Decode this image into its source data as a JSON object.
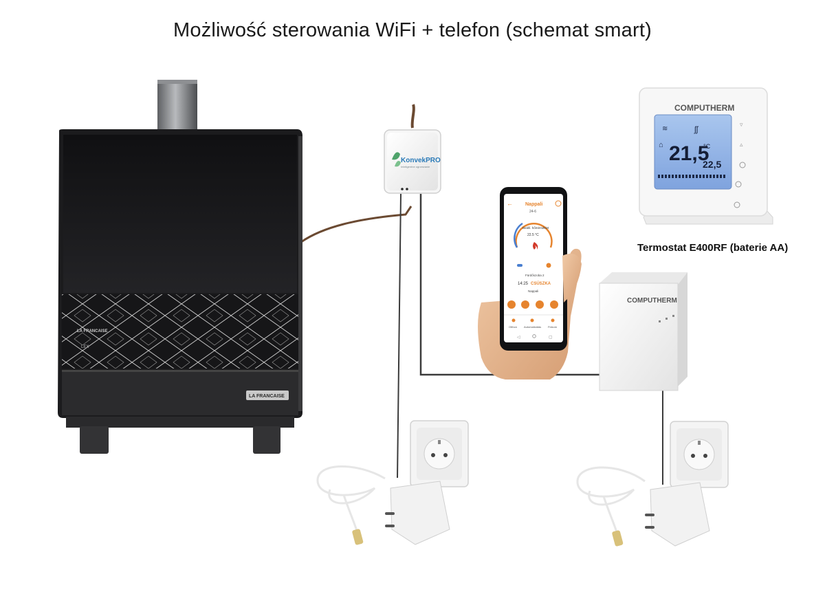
{
  "title": "Możliwość sterowania WiFi + telefon (schemat smart)",
  "gateway": {
    "brand": "KonvekPRO",
    "tagline": "Inteligentne ogrzewanie"
  },
  "thermostat": {
    "brand": "COMPUTHERM",
    "temperature": "21,5",
    "unit": "°C",
    "set_temperature": "22,5",
    "caption": "Termostat E400RF (baterie AA)"
  },
  "receiver": {
    "brand": "COMPUTHERM"
  },
  "heater": {
    "brand": "LA FRANCAISE"
  },
  "phone_app": {
    "header": "Nappali",
    "sub": "24-6",
    "status_line1": "Beállí. hőmérséklet",
    "status_line2": "22.5 °C",
    "zone": "Fürdőszoba 2",
    "time": "14:25",
    "mode": "CSÚSZKA",
    "room": "Nappali",
    "nav": [
      "Otthon",
      "Automatizálás",
      "Fiókom"
    ]
  },
  "colors": {
    "cable": "#3b3b3b",
    "antenna_cable": "#6b4a32",
    "heater_body": "#2a2a2b",
    "lcd_blue": "#8fb3e6",
    "app_accent": "#e6842e"
  }
}
